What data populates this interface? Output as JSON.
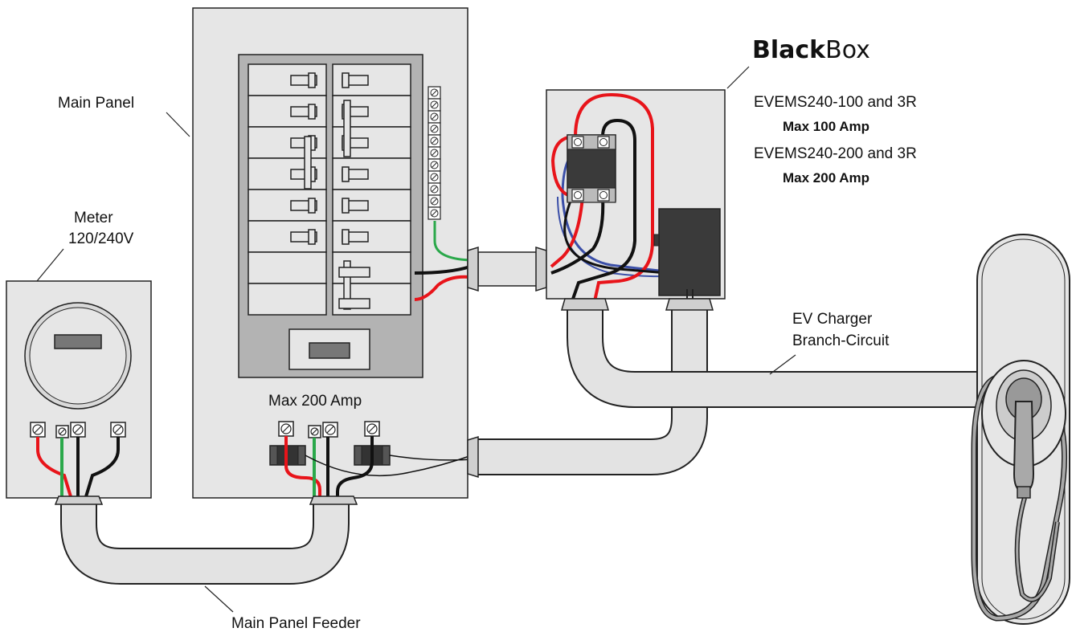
{
  "labels": {
    "main_panel": "Main Panel",
    "meter_line1": "Meter",
    "meter_line2": "120/240V",
    "panel_rating": "Max 200 Amp",
    "feeder": "Main Panel Feeder",
    "ev_branch_line1": "EV Charger",
    "ev_branch_line2": "Branch-Circuit"
  },
  "brand": {
    "strong": "Black",
    "light": "Box"
  },
  "models": [
    {
      "name": "EVEMS240-100 and 3R",
      "rating": "Max 100 Amp"
    },
    {
      "name": "EVEMS240-200 and 3R",
      "rating": "Max 200 Amp"
    }
  ],
  "colors": {
    "hot_red": "#e8141a",
    "hot_black": "#111111",
    "ground_green": "#2aa84a",
    "neutral_blue": "#3b4fa8",
    "enclosure": "#e6e6e6",
    "conduit": "#e3e3e3",
    "breaker_bay": "#b3b3b3",
    "component": "#3a3a3a"
  },
  "icons": {
    "terminal": "screw-terminal-icon",
    "breaker": "breaker-icon",
    "contactor": "contactor-icon",
    "controller": "controller-module-icon",
    "charger": "ev-charger-icon"
  }
}
